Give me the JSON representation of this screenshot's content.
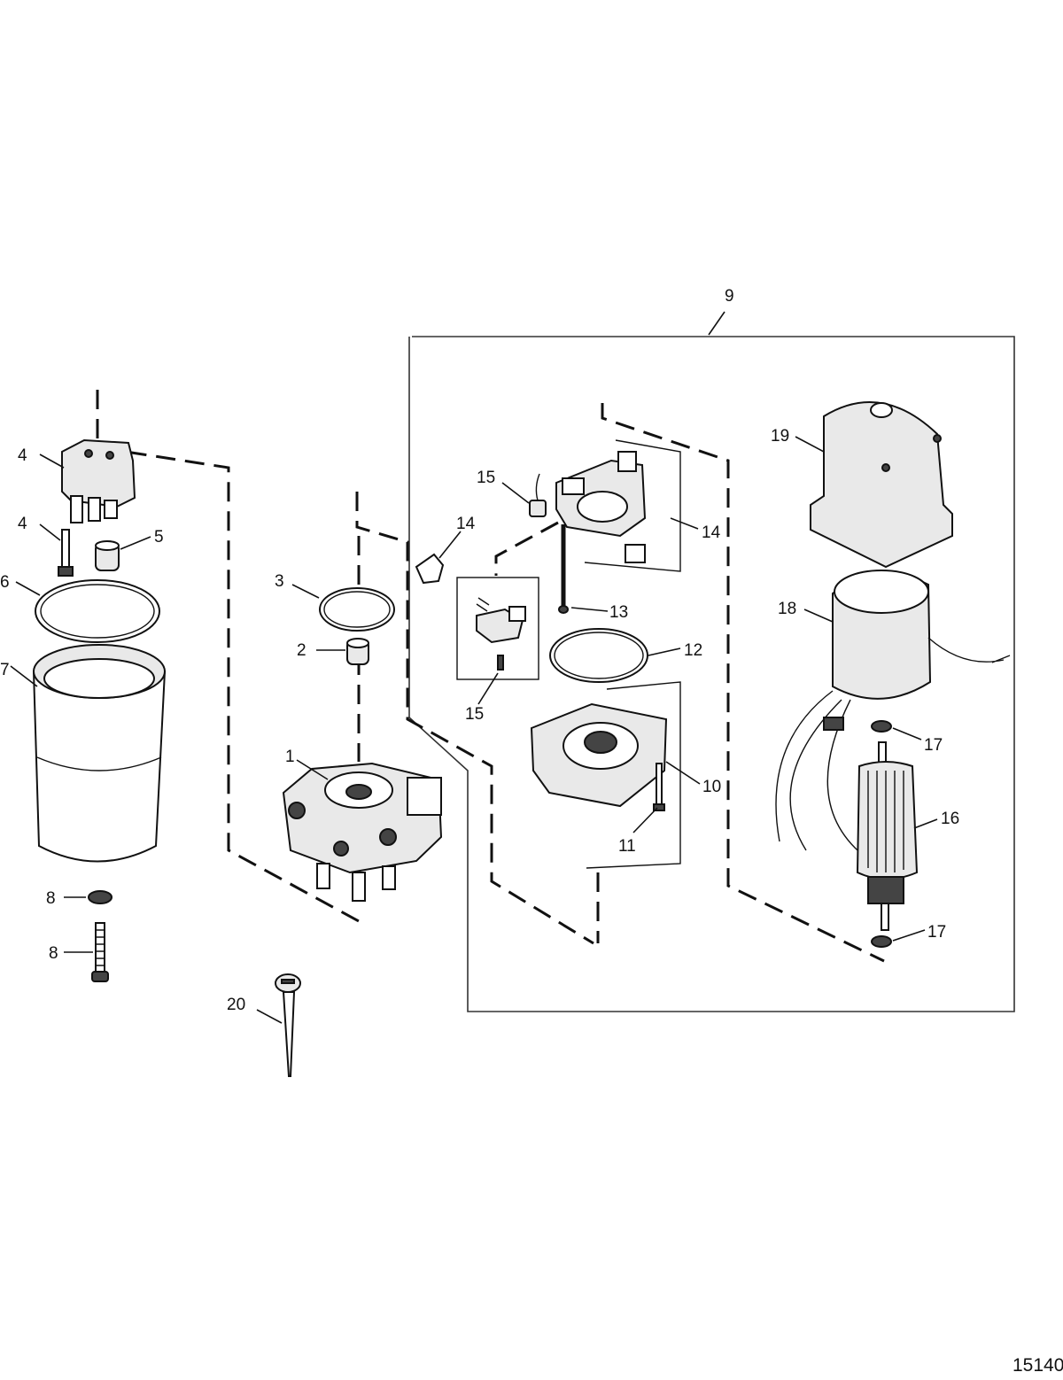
{
  "figure_number": "15140",
  "callouts": {
    "c1": "1",
    "c2": "2",
    "c3": "3",
    "c4a": "4",
    "c4b": "4",
    "c5": "5",
    "c6": "6",
    "c7": "7",
    "c8a": "8",
    "c8b": "8",
    "c9": "9",
    "c10": "10",
    "c11": "11",
    "c12": "12",
    "c13": "13",
    "c14a": "14",
    "c14b": "14",
    "c15a": "15",
    "c15b": "15",
    "c16": "16",
    "c17a": "17",
    "c17b": "17",
    "c18": "18",
    "c19": "19",
    "c20": "20"
  }
}
